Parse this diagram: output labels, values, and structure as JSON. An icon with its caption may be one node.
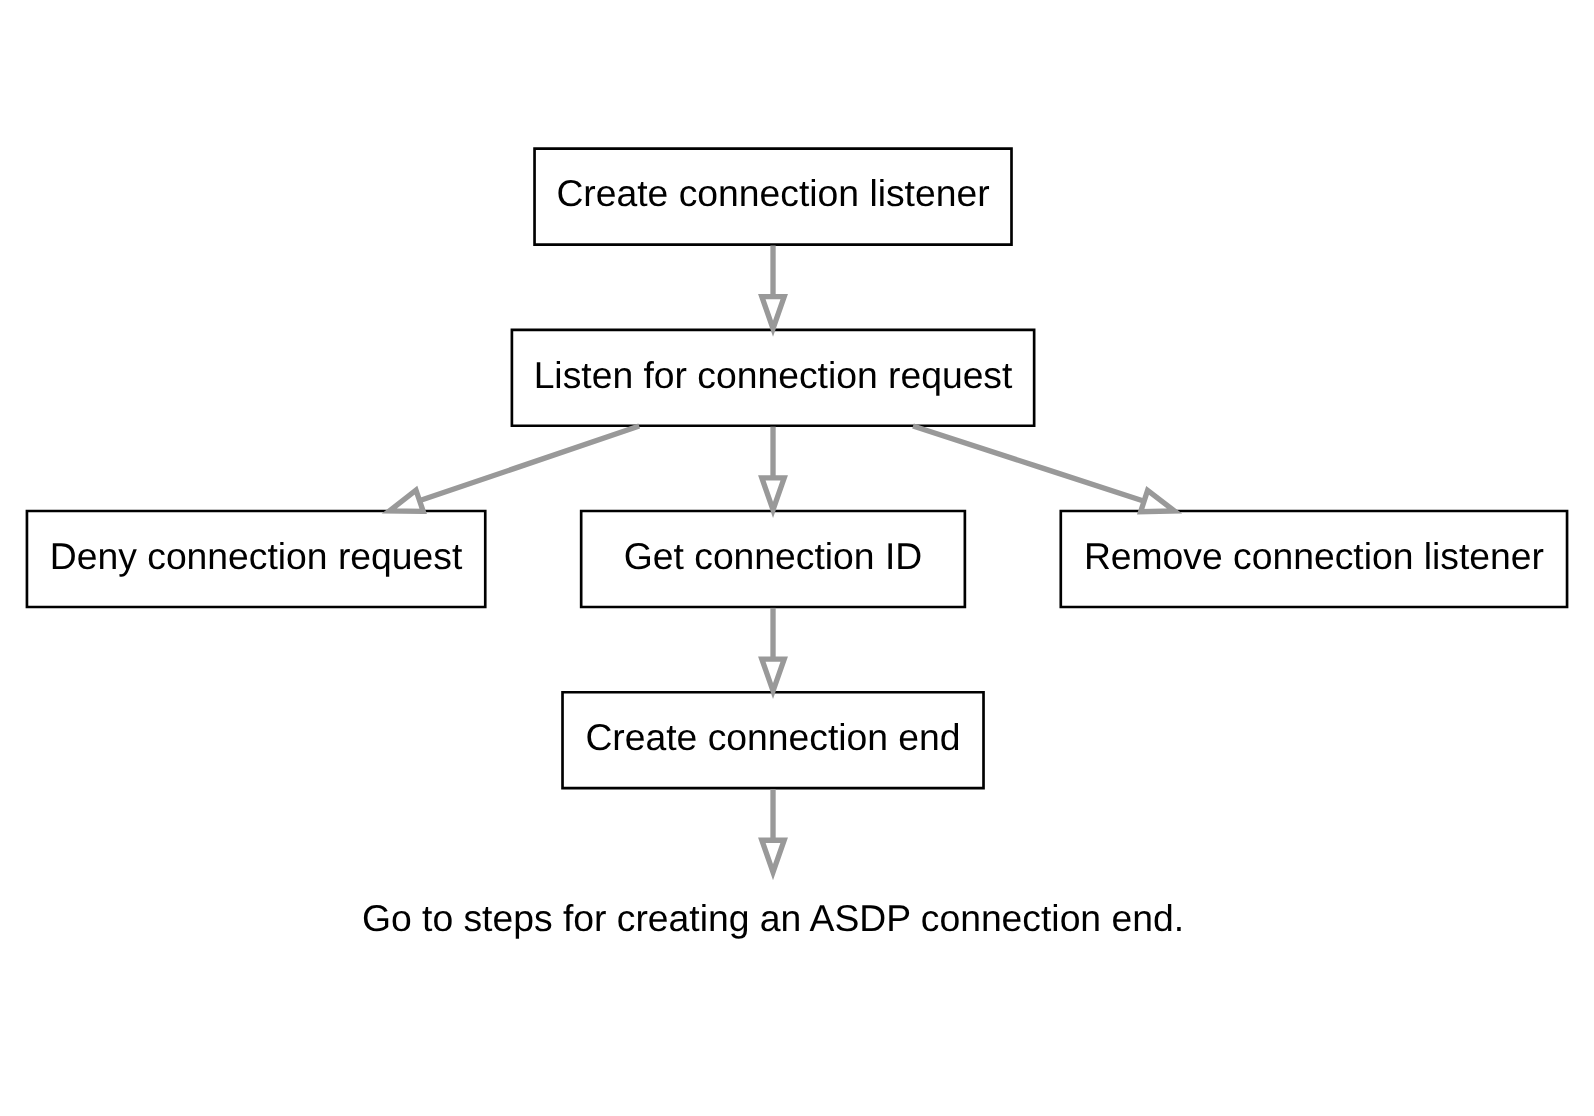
{
  "diagram": {
    "nodes": [
      {
        "text": [
          "Create connection listener"
        ]
      },
      {
        "text": [
          "Listen for connection request"
        ]
      },
      {
        "text": [
          "Deny connection request"
        ]
      },
      {
        "text": [
          "Get connection ID"
        ]
      },
      {
        "text": [
          "Remove connection listener"
        ]
      },
      {
        "text": [
          "Create connection end"
        ]
      },
      {
        "text": [
          "Go to steps for creating an ASDP connection end."
        ]
      }
    ],
    "edges": [
      {
        "from": 0,
        "to": 1,
        "arrow": "to"
      },
      {
        "from": 1,
        "to": 2,
        "arrow": "to"
      },
      {
        "from": 1,
        "to": 3,
        "arrow": "to"
      },
      {
        "from": 1,
        "to": 4,
        "arrow": "to"
      },
      {
        "from": 3,
        "to": 5,
        "arrow": "to"
      },
      {
        "from": 5,
        "to": 6,
        "arrow": "to"
      }
    ]
  }
}
